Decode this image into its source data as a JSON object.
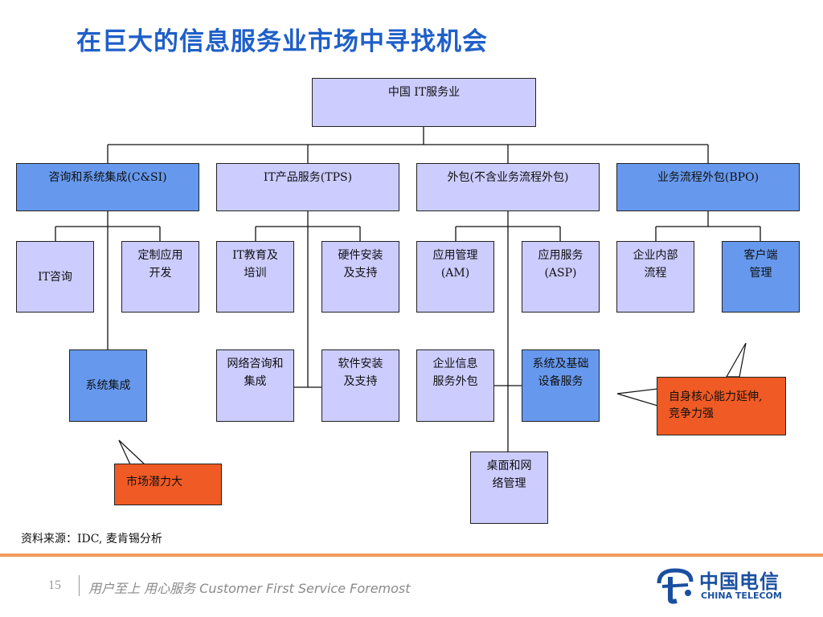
{
  "title": "在巨大的信息服务业市场中寻找机会",
  "root": "中国 IT服务业",
  "categories": [
    {
      "label": "咨询和系统集成(C&SI)"
    },
    {
      "label": "IT产品服务(TPS)"
    },
    {
      "label": "外包(不含业务流程外包)"
    },
    {
      "label": "业务流程外包(BPO)"
    }
  ],
  "row2": [
    "IT咨询",
    "定制应用\n开发",
    "IT教育及\n培训",
    "硬件安装\n及支持",
    "应用管理\n(AM)",
    "应用服务\n(ASP)",
    "企业内部\n流程",
    "客户端\n管理"
  ],
  "row3": [
    "系统集成",
    "网络咨询和\n集成",
    "软件安装\n及支持",
    "企业信息\n服务外包",
    "系统及基础\n设备服务"
  ],
  "row4": [
    "桌面和网\n络管理"
  ],
  "callouts": {
    "market": "市场潜力大",
    "capability": "自身核心能力延伸,\n竞争力强"
  },
  "source": "资料来源：IDC, 麦肯锡分析",
  "footer": {
    "page": "15",
    "slogan": "用户至上 用心服务 Customer First Service Foremost",
    "logo_cn": "中国电信",
    "logo_en": "CHINA TELECOM"
  },
  "colors": {
    "title": "#1f5fc8",
    "lavender": "#ccccff",
    "highlight_blue": "#6699ee",
    "callout_orange": "#f05a24",
    "logo_blue": "#1a4fa0"
  }
}
